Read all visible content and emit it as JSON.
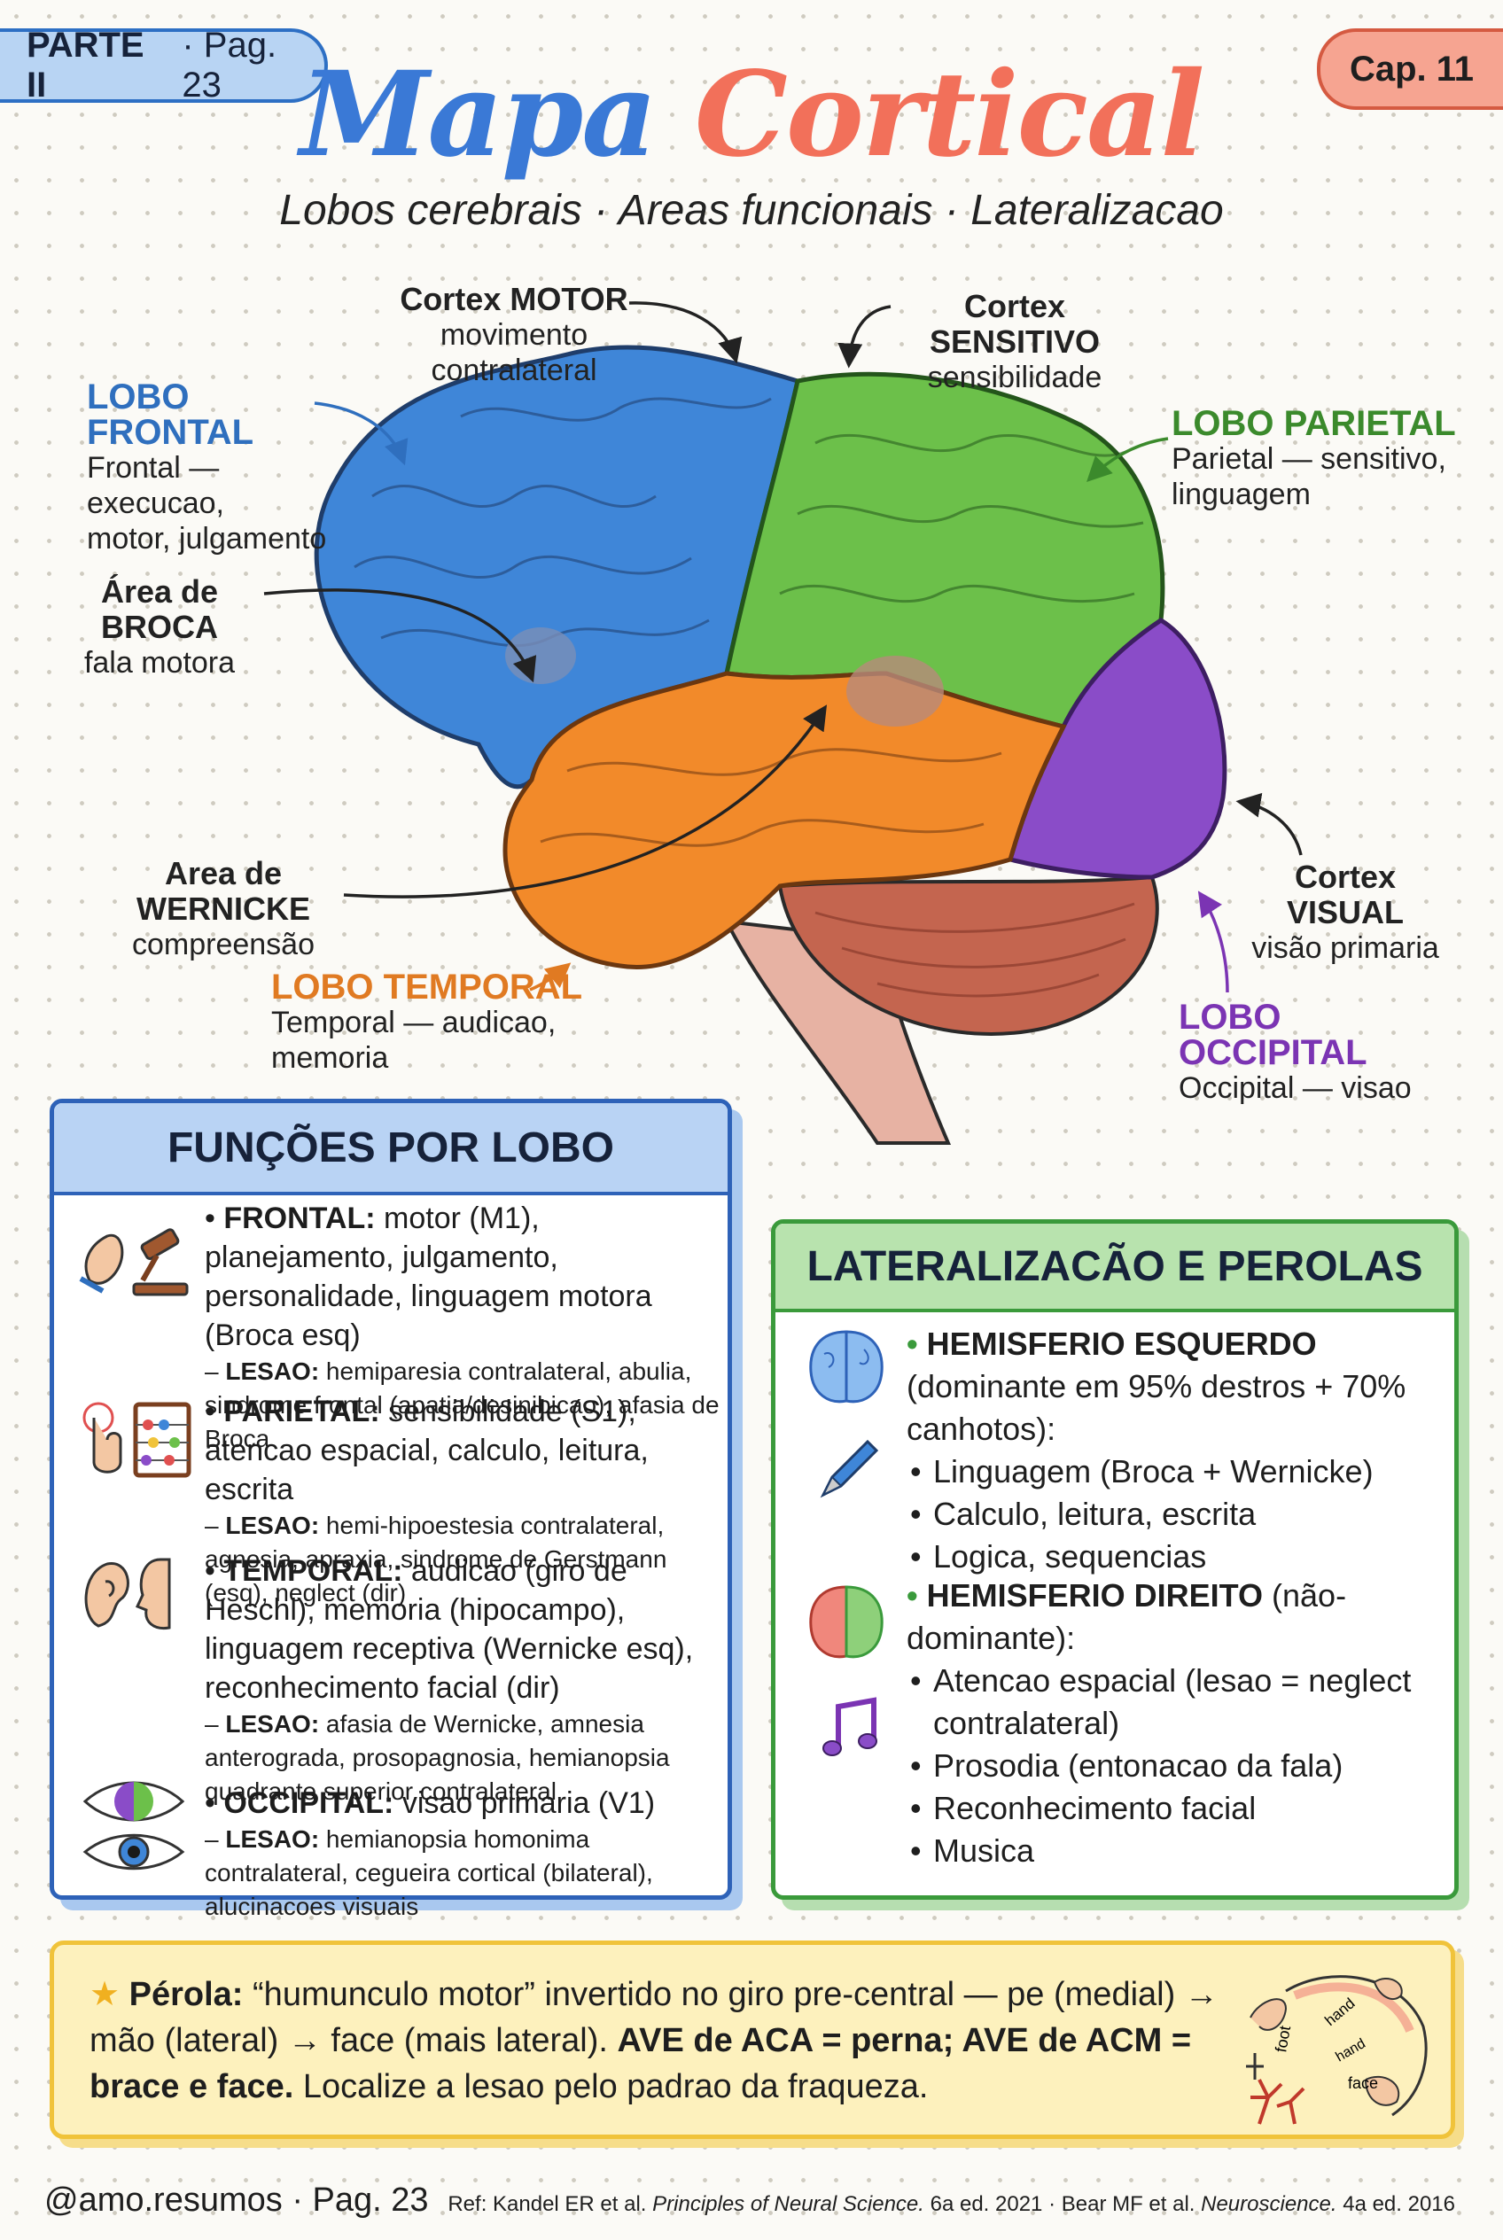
{
  "header": {
    "part": "PARTE II",
    "page": "· Pag. 23",
    "chapter": "Cap. 11",
    "title_a": "Mapa",
    "title_b": "Cortical",
    "subtitle": "Lobos cerebrais · Areas funcionais · Lateralizacao"
  },
  "colors": {
    "frontal": "#3f86d8",
    "parietal": "#6cc04a",
    "temporal": "#f28a2a",
    "occipital": "#8a4cc8",
    "cerebellum": "#c4654f",
    "accent_blue": "#2e62b8",
    "accent_green": "#3a9a3b",
    "accent_yellow": "#f0c33a"
  },
  "diagram": {
    "motor": {
      "title": "Cortex MOTOR",
      "desc": "movimento contralateral"
    },
    "sensitivo": {
      "title": "Cortex SENSITIVO",
      "desc": "sensibilidade"
    },
    "frontal": {
      "title": "LOBO FRONTAL",
      "desc1": "Frontal — execucao,",
      "desc2": "motor, julgamento"
    },
    "parietal": {
      "title": "LOBO PARIETAL",
      "desc1": "Parietal — sensitivo,",
      "desc2": "linguagem"
    },
    "broca": {
      "title": "Área de BROCA",
      "desc": "fala motora"
    },
    "wernicke": {
      "title": "Area de WERNICKE",
      "desc": "compreensão"
    },
    "visual": {
      "title": "Cortex VISUAL",
      "desc": "visão primaria"
    },
    "temporal": {
      "title": "LOBO TEMPORAL",
      "desc": "Temporal — audicao, memoria"
    },
    "occipital": {
      "title": "LOBO OCCIPITAL",
      "desc": "Occipital — visao"
    }
  },
  "funcoes": {
    "heading": "FUNÇÕES POR LOBO",
    "items": [
      {
        "icon": "hand-gavel-icon",
        "name": "FRONTAL:",
        "text": "motor (M1), planejamento, julgamento, personalidade, linguagem motora (Broca esq)",
        "les_label": "LESAO:",
        "les": "hemiparesia contralateral, abulia, sindrome frontal (apatia/desinibicao), afasia de Broca"
      },
      {
        "icon": "finger-abacus-icon",
        "name": "PARIETAL:",
        "text": "sensibilidade (S1), atencao espacial, calculo, leitura, escrita",
        "les_label": "LESAO:",
        "les": "hemi-hipoestesia contralateral, agnosia, apraxia, sindrome de Gerstmann (esq), neglect (dir)"
      },
      {
        "icon": "ear-face-icon",
        "name": "TEMPORAL:",
        "text": "audicao (giro de Heschl), memoria (hipocampo), linguagem receptiva (Wernicke esq), reconhecimento facial (dir)",
        "les_label": "LESAO:",
        "les": "afasia de Wernicke, amnesia anterograda, prosopagnosia, hemianopsia quadrante superior contralateral"
      },
      {
        "icon": "eye-icon",
        "name": "OCCIPITAL:",
        "text": "visao primaria (V1)",
        "les_label": "LESAO:",
        "les": "hemianopsia homonima contralateral, cegueira cortical (bilateral), alucinacoes visuais"
      }
    ]
  },
  "lateralizacao": {
    "heading": "LATERALIZACÃO E PEROLAS",
    "esq_title": "HEMISFERIO ESQUERDO",
    "esq_sub": "(dominante em 95% destros + 70% canhotos):",
    "esq_items": [
      "Linguagem (Broca + Wernicke)",
      "Calculo, leitura, escrita",
      "Logica, sequencias"
    ],
    "dir_title": "HEMISFERIO DIREITO",
    "dir_sub": "(não-dominante):",
    "dir_items": [
      "Atencao espacial (lesao = neglect contralateral)",
      "Prosodia (entonacao da fala)",
      "Reconhecimento facial",
      "Musica"
    ]
  },
  "perola": {
    "label": "Pérola:",
    "text1": "“humunculo motor” invertido no giro pre-central — pe (medial) → mão (lateral) → face (mais lateral).",
    "bold": "AVE de ACA = perna; AVE de ACM = brace e face.",
    "text2": "Localize a lesao pelo padrao da fraqueza.",
    "homunculus": {
      "foot": "foot",
      "hand": "hand",
      "hand2": "hand",
      "face": "face"
    }
  },
  "footer": {
    "handle": "@amo.resumos · Pag. 23",
    "ref_a": "Ref: Kandel ER et al. ",
    "ref_b": "Principles of Neural Science.",
    "ref_c": " 6a ed. 2021 · Bear MF et al. ",
    "ref_d": "Neuroscience.",
    "ref_e": " 4a ed. 2016"
  }
}
